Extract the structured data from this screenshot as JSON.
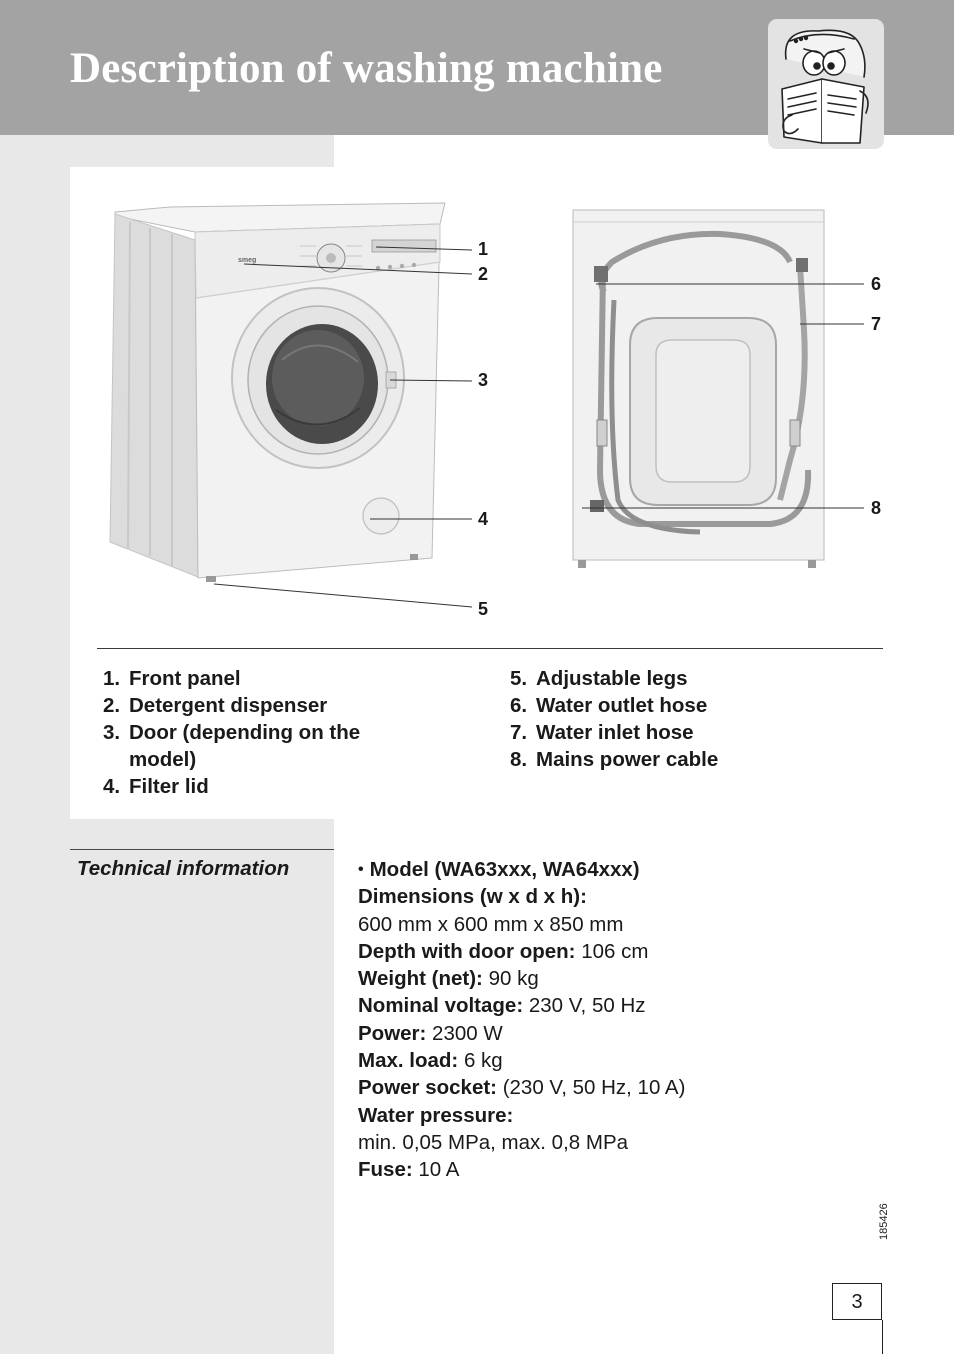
{
  "header": {
    "title": "Description of washing machine",
    "icon": "reading-manual-icon"
  },
  "diagram": {
    "front_callouts": [
      "1",
      "2",
      "3",
      "4",
      "5"
    ],
    "rear_callouts": [
      "6",
      "7",
      "8"
    ],
    "brand_mark": "smeg"
  },
  "legend": {
    "left": [
      {
        "num": "1.",
        "text": "Front panel"
      },
      {
        "num": "2.",
        "text": "Detergent dispenser"
      },
      {
        "num": "3.",
        "text": "Door (depending on the"
      },
      {
        "num": "",
        "text": "model)"
      },
      {
        "num": "4.",
        "text": "Filter lid"
      }
    ],
    "right": [
      {
        "num": "5.",
        "text": "Adjustable legs"
      },
      {
        "num": "6.",
        "text": "Water outlet hose"
      },
      {
        "num": "7.",
        "text": "Water inlet hose"
      },
      {
        "num": "8.",
        "text": "Mains power cable"
      }
    ]
  },
  "technical": {
    "section_label": "Technical information",
    "bullet": "•",
    "model": "Model (WA63xxx, WA64xxx)",
    "dimensions_label": "Dimensions (w x d x h):",
    "dimensions_value": "600 mm x 600 mm x 850 mm",
    "depth_label": "Depth with door open:",
    "depth_value": " 106 cm",
    "weight_label": "Weight (net):",
    "weight_value": " 90 kg",
    "voltage_label": "Nominal voltage:",
    "voltage_value": " 230 V, 50 Hz",
    "power_label": "Power:",
    "power_value": " 2300 W",
    "load_label": "Max. load:",
    "load_value": " 6 kg",
    "socket_label": "Power socket:",
    "socket_value": " (230 V, 50 Hz, 10 A)",
    "pressure_label": "Water pressure:",
    "pressure_value": "min. 0,05 MPa, max. 0,8 MPa",
    "fuse_label": "Fuse:",
    "fuse_value": " 10 A"
  },
  "footer": {
    "doc_code": "185426",
    "page_number": "3"
  }
}
